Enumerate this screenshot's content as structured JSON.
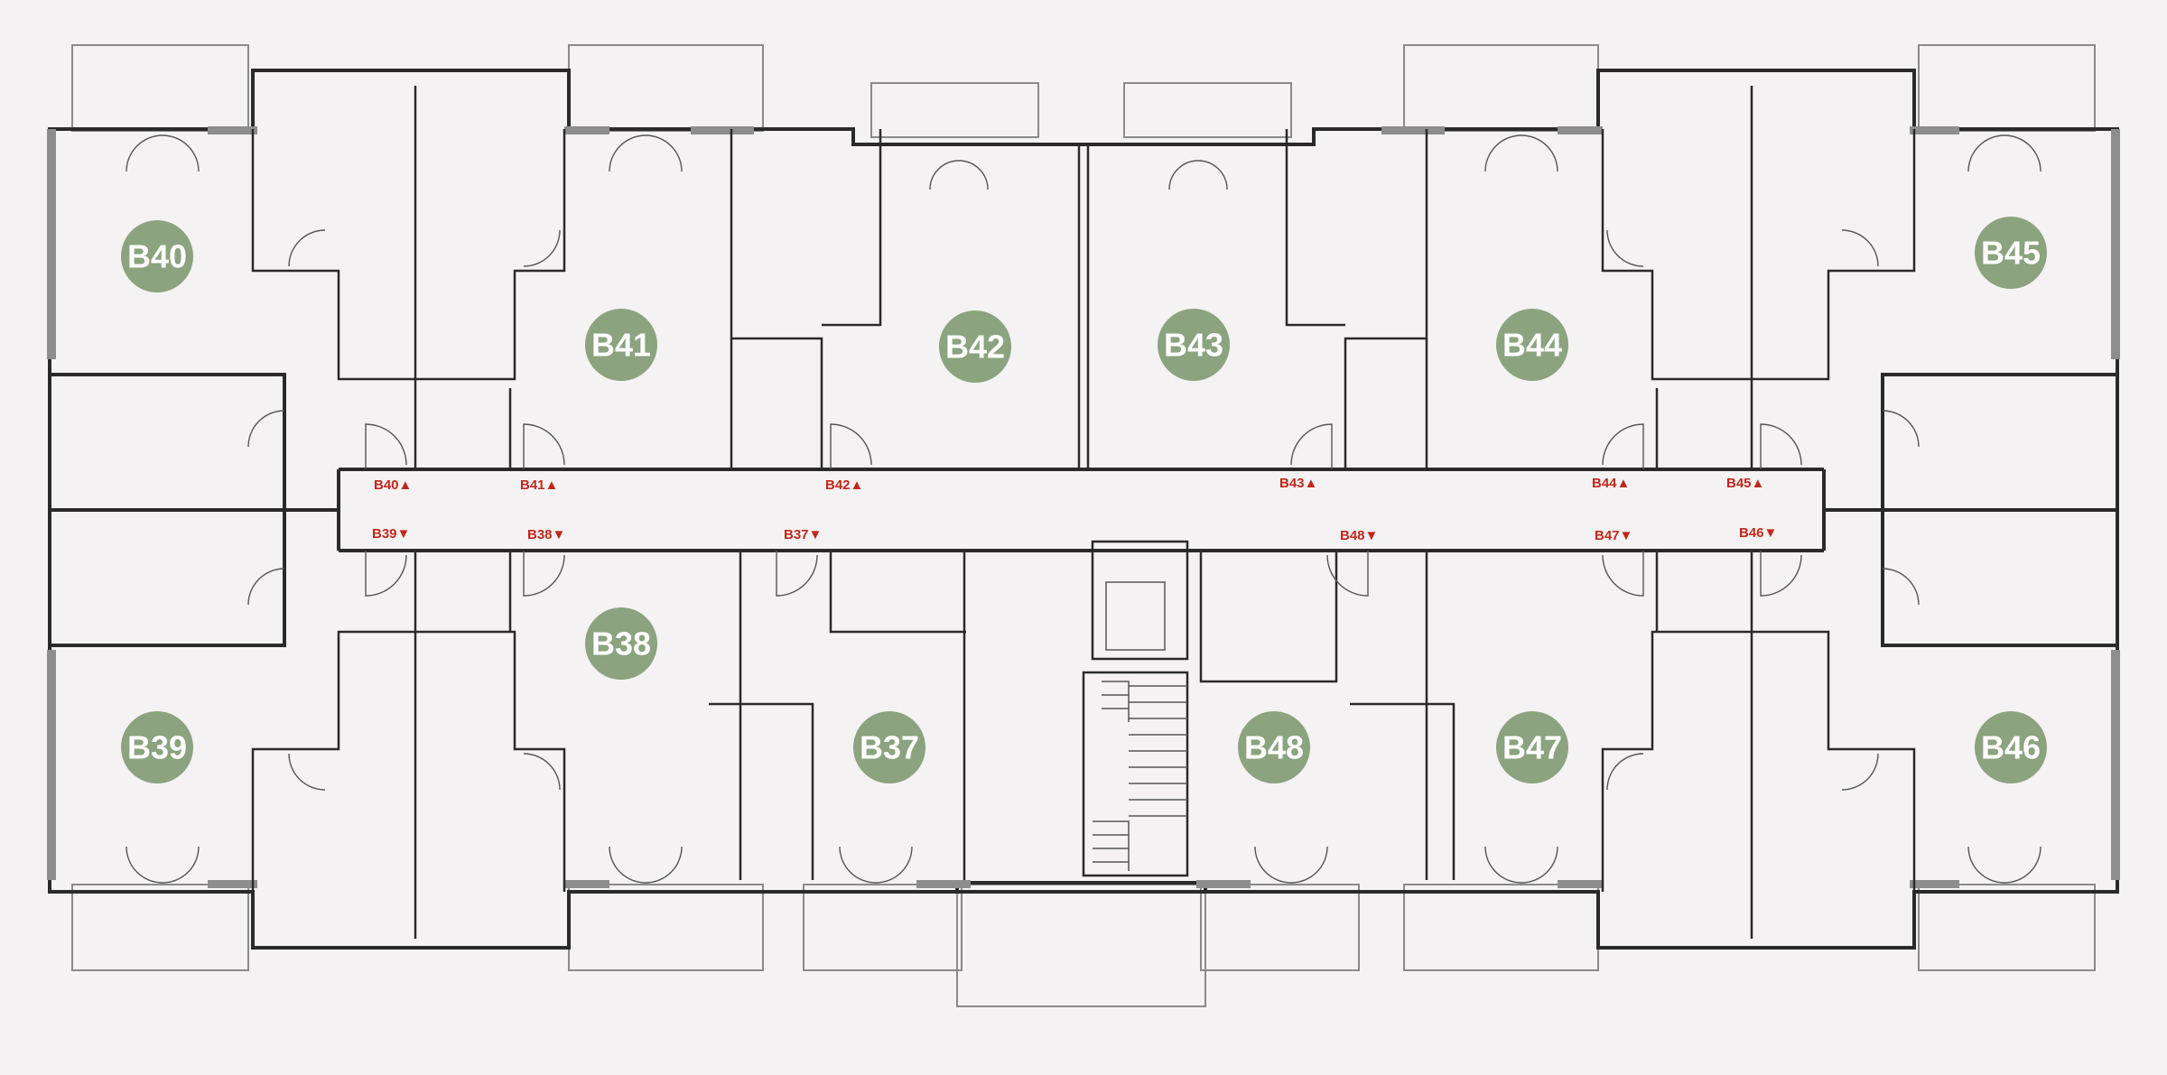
{
  "colors": {
    "background": "#f4f2f2",
    "wall": "#2a2a2a",
    "badge": "#8ba37f",
    "badge_text": "#ffffff",
    "entrance_marker": "#c0281d"
  },
  "apartments": [
    {
      "id": "B40"
    },
    {
      "id": "B41"
    },
    {
      "id": "B42"
    },
    {
      "id": "B43"
    },
    {
      "id": "B44"
    },
    {
      "id": "B45"
    },
    {
      "id": "B38"
    },
    {
      "id": "B37"
    },
    {
      "id": "B48"
    },
    {
      "id": "B47"
    },
    {
      "id": "B39"
    },
    {
      "id": "B46"
    }
  ],
  "entrances_top": [
    {
      "label": "B40▲"
    },
    {
      "label": "B41▲"
    },
    {
      "label": "B42▲"
    },
    {
      "label": "B43▲"
    },
    {
      "label": "B44▲"
    },
    {
      "label": "B45▲"
    }
  ],
  "entrances_bottom": [
    {
      "label": "B39▼"
    },
    {
      "label": "B38▼"
    },
    {
      "label": "B37▼"
    },
    {
      "label": "B48▼"
    },
    {
      "label": "B47▼"
    },
    {
      "label": "B46▼"
    }
  ]
}
